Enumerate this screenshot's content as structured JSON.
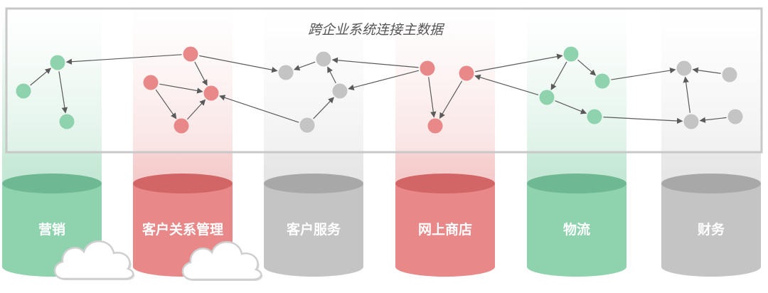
{
  "title": "跨企业系统连接主数据",
  "colors": {
    "green": "#8fd3ae",
    "red": "#e88888",
    "gray": "#c4c4c4",
    "edge": "#5a5a5a",
    "frame": "#c8c8c8"
  },
  "systems": [
    {
      "id": "marketing",
      "label": "营销",
      "color": "green",
      "has_cloud": true
    },
    {
      "id": "crm",
      "label": "客户关系管理",
      "color": "red",
      "has_cloud": true
    },
    {
      "id": "customer-service",
      "label": "客户服务",
      "color": "gray",
      "has_cloud": false
    },
    {
      "id": "online-store",
      "label": "网上商店",
      "color": "red",
      "has_cloud": false
    },
    {
      "id": "logistics",
      "label": "物流",
      "color": "green",
      "has_cloud": false
    },
    {
      "id": "finance",
      "label": "财务",
      "color": "gray",
      "has_cloud": false
    }
  ],
  "nodes": [
    {
      "id": "g1",
      "color": "green"
    },
    {
      "id": "g2",
      "color": "green"
    },
    {
      "id": "g3",
      "color": "green"
    },
    {
      "id": "r1",
      "color": "red"
    },
    {
      "id": "r2",
      "color": "red"
    },
    {
      "id": "r3",
      "color": "red"
    },
    {
      "id": "r4",
      "color": "red"
    },
    {
      "id": "a1",
      "color": "gray"
    },
    {
      "id": "a2",
      "color": "gray"
    },
    {
      "id": "a3",
      "color": "gray"
    },
    {
      "id": "a4",
      "color": "gray"
    },
    {
      "id": "r5",
      "color": "red"
    },
    {
      "id": "r6",
      "color": "red"
    },
    {
      "id": "r7",
      "color": "red"
    },
    {
      "id": "g4",
      "color": "green"
    },
    {
      "id": "g5",
      "color": "green"
    },
    {
      "id": "g6",
      "color": "green"
    },
    {
      "id": "g7",
      "color": "green"
    },
    {
      "id": "a5",
      "color": "gray"
    },
    {
      "id": "a6",
      "color": "gray"
    },
    {
      "id": "a7",
      "color": "gray"
    },
    {
      "id": "a8",
      "color": "gray"
    }
  ],
  "edges": [
    {
      "from": "g1",
      "to": "g2"
    },
    {
      "from": "g2",
      "to": "g3"
    },
    {
      "from": "r1",
      "to": "g2"
    },
    {
      "from": "r1",
      "to": "r3"
    },
    {
      "from": "r2",
      "to": "r3"
    },
    {
      "from": "r2",
      "to": "r4"
    },
    {
      "from": "r4",
      "to": "r3"
    },
    {
      "from": "r1",
      "to": "a1"
    },
    {
      "from": "a2",
      "to": "a1"
    },
    {
      "from": "a3",
      "to": "a2"
    },
    {
      "from": "a4",
      "to": "a3"
    },
    {
      "from": "a4",
      "to": "r3"
    },
    {
      "from": "r5",
      "to": "a2"
    },
    {
      "from": "r5",
      "to": "a3"
    },
    {
      "from": "r5",
      "to": "r6"
    },
    {
      "from": "r7",
      "to": "r6"
    },
    {
      "from": "r7",
      "to": "g4"
    },
    {
      "from": "g4",
      "to": "g5"
    },
    {
      "from": "g4",
      "to": "g6"
    },
    {
      "from": "g5",
      "to": "a5"
    },
    {
      "from": "g6",
      "to": "r7"
    },
    {
      "from": "g6",
      "to": "g7"
    },
    {
      "from": "a6",
      "to": "a5"
    },
    {
      "from": "a7",
      "to": "a5"
    },
    {
      "from": "g7",
      "to": "a7"
    },
    {
      "from": "a8",
      "to": "a7"
    }
  ]
}
